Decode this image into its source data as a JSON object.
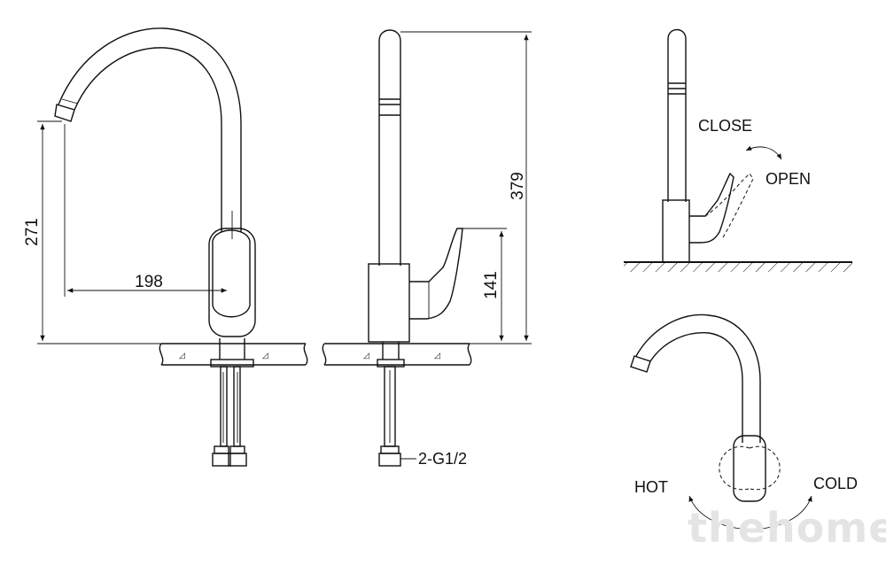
{
  "dimensions": {
    "spout_height": "271",
    "spout_reach": "198",
    "total_height": "379",
    "handle_height": "141"
  },
  "labels": {
    "connection": "2-G1/2",
    "close": "CLOSE",
    "open": "OPEN",
    "hot": "HOT",
    "cold": "COLD"
  },
  "watermark": "thehome"
}
